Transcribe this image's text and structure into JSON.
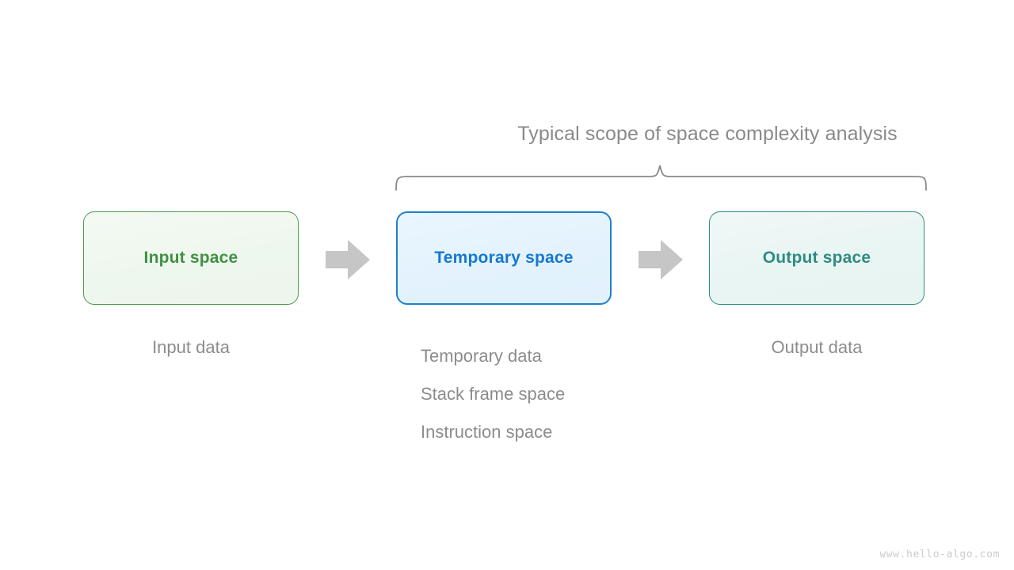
{
  "diagram": {
    "scope_label": "Typical scope of space complexity analysis",
    "boxes": [
      {
        "id": "input-space",
        "label": "Input space",
        "border_color": "#4e9a4e",
        "fill_color": "#eef7ed",
        "text_color": "#3f9142"
      },
      {
        "id": "temporary-space",
        "label": "Temporary space",
        "border_color": "#1d80cc",
        "fill_color": "#e3f2fd",
        "text_color": "#1579cf"
      },
      {
        "id": "output-space",
        "label": "Output space",
        "border_color": "#2f8b85",
        "fill_color": "#e9f5f3",
        "text_color": "#2e8b84"
      }
    ],
    "arrows": [
      {
        "id": "arrow-input-to-temporary",
        "direction": "right",
        "color": "#c6c6c6"
      },
      {
        "id": "arrow-temporary-to-output",
        "direction": "right",
        "color": "#c6c6c6"
      }
    ],
    "captions": {
      "input": "Input data",
      "temporary": [
        "Temporary data",
        "Stack frame space",
        "Instruction space"
      ],
      "output": "Output data"
    },
    "brace": {
      "color": "#8a8a8a",
      "stroke_width": 1.8
    },
    "text_color_muted": "#8c8c8c"
  },
  "watermark": {
    "text": "www.hello-algo.com",
    "color": "#cccccc"
  }
}
